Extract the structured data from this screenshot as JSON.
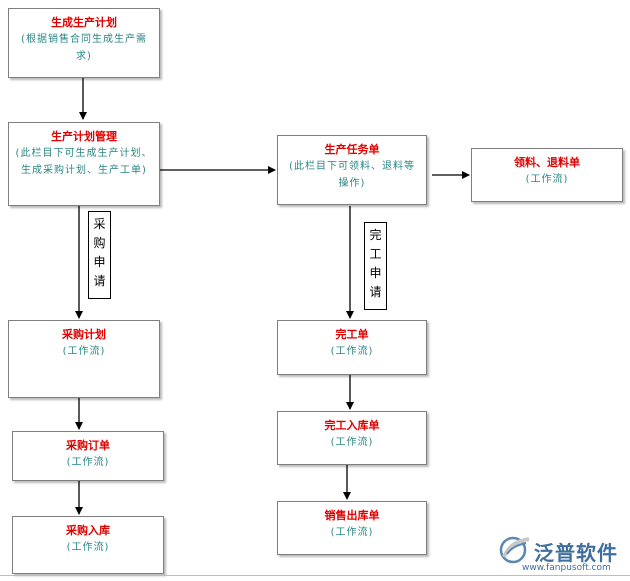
{
  "nodes": {
    "plan": {
      "title": "生成生产计划",
      "sub": "(根据销售合同生成生产需求)"
    },
    "plan_mgmt": {
      "title": "生产计划管理",
      "sub": "(此栏目下可生成生产计划、生成采购计划、生产工单)"
    },
    "task": {
      "title": "生产任务单",
      "sub": "(此栏目下可领料、退料等操作)"
    },
    "material": {
      "title": "领料、退料单",
      "sub": "(工作流)"
    },
    "purchase_plan": {
      "title": "采购计划",
      "sub": "(工作流)"
    },
    "purchase_order": {
      "title": "采购订单",
      "sub": "(工作流)"
    },
    "purchase_in": {
      "title": "采购入库",
      "sub": "(工作流)"
    },
    "finish": {
      "title": "完工单",
      "sub": "(工作流)"
    },
    "finish_in": {
      "title": "完工入库单",
      "sub": "(工作流)"
    },
    "sales_out": {
      "title": "销售出库单",
      "sub": "(工作流)"
    }
  },
  "labels": {
    "purchase_request": [
      "采",
      "购",
      "申",
      "请"
    ],
    "finish_request": [
      "完",
      "工",
      "申",
      "请"
    ]
  },
  "logo": {
    "brand": "泛普软件",
    "url": "www.fanpusoft.com"
  },
  "colors": {
    "title": "#e00000",
    "sub": "#2a8686",
    "border": "#7f7f7f",
    "brand": "#3f6f9f"
  }
}
